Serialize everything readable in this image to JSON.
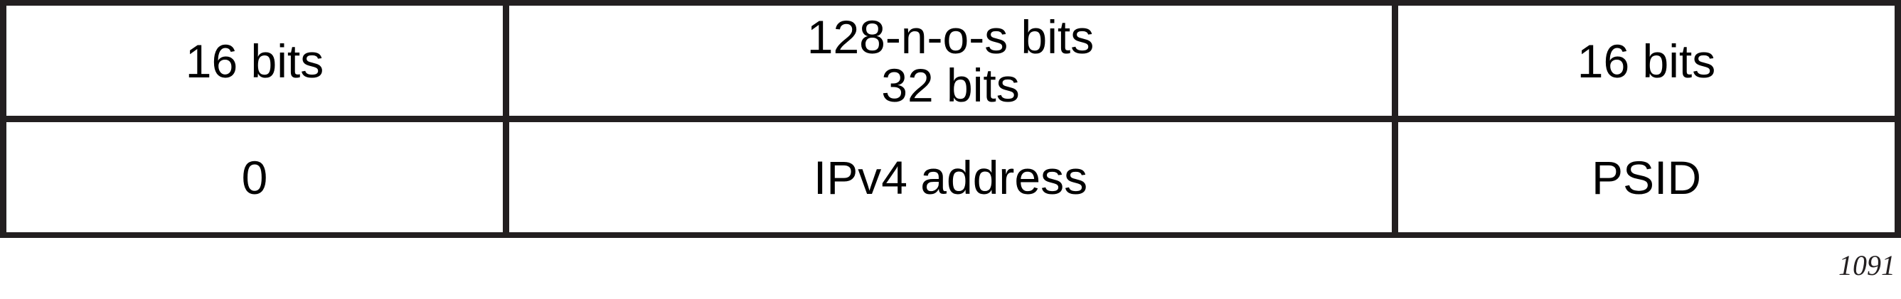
{
  "header_row": {
    "col1": "16 bits",
    "col2_line1": "128-n-o-s bits",
    "col2_line2": "32 bits",
    "col3": "16 bits"
  },
  "content_row": {
    "col1": "0",
    "col2": "IPv4 address",
    "col3": "PSID"
  },
  "figure_number": "1091",
  "colors": {
    "border": "#231f20",
    "text": "#000000"
  }
}
